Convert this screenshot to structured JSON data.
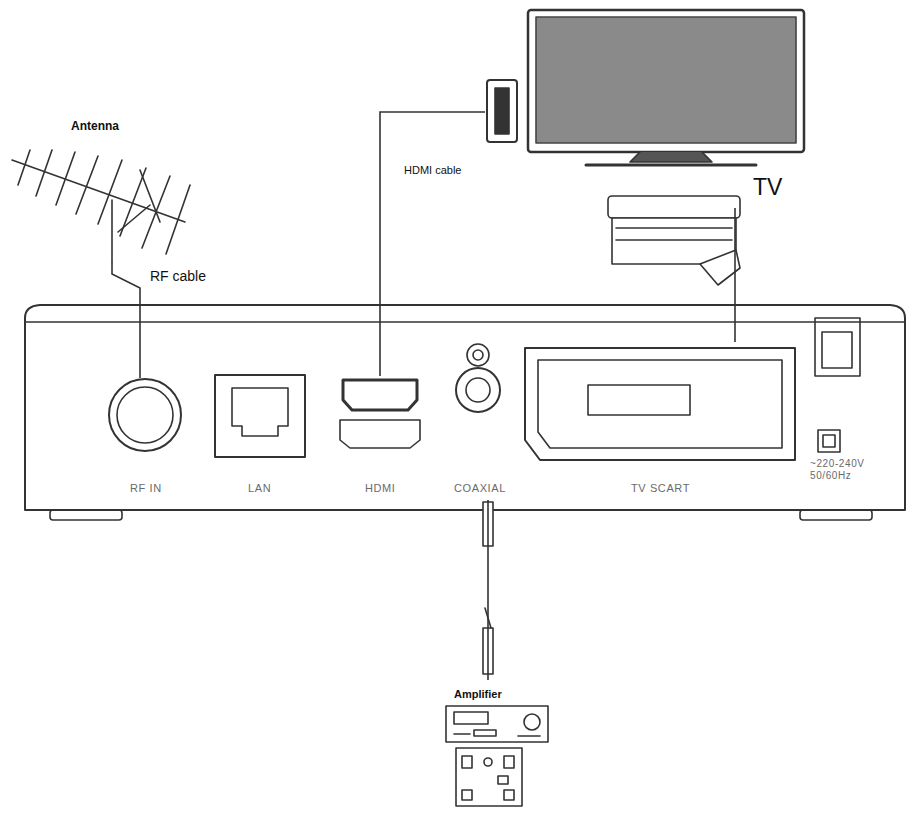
{
  "diagram": {
    "nodes": [
      {
        "text": [
          "Antenna"
        ]
      },
      {
        "text": [
          "TV"
        ]
      },
      {
        "text": [
          "RF IN"
        ]
      },
      {
        "text": [
          "LAN"
        ]
      },
      {
        "text": [
          "HDMI"
        ]
      },
      {
        "text": [
          "COAXIAL"
        ]
      },
      {
        "text": [
          "TV SCART"
        ]
      },
      {
        "text": [
          "~220-240V 50/60Hz"
        ]
      },
      {
        "text": [
          "Amplifier"
        ]
      }
    ],
    "edges": [
      {
        "from": 0,
        "to": 2,
        "arrow": "none",
        "label": "RF cable"
      },
      {
        "from": 4,
        "to": 1,
        "arrow": "none",
        "label": "HDMI cable"
      },
      {
        "from": 6,
        "to": 1,
        "arrow": "none"
      },
      {
        "from": 5,
        "to": 8,
        "arrow": "none"
      }
    ]
  }
}
